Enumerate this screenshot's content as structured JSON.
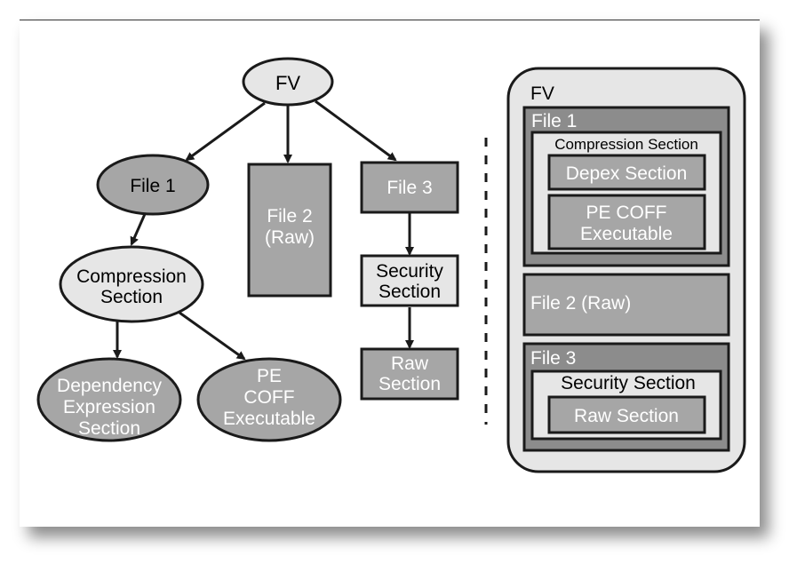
{
  "tree": {
    "fv": "FV",
    "file1": "File 1",
    "file2_line1": "File 2",
    "file2_line2": "(Raw)",
    "file3": "File 3",
    "compression_line1": "Compression",
    "compression_line2": "Section",
    "security_line1": "Security",
    "security_line2": "Section",
    "raw_line1": "Raw",
    "raw_line2": "Section",
    "dependency_line1": "Dependency",
    "dependency_line2": "Expression",
    "dependency_line3": "Section",
    "pecoff_line1": "PE",
    "pecoff_line2": "COFF",
    "pecoff_line3": "Executable"
  },
  "layout_view": {
    "fv": "FV",
    "file1": "File 1",
    "compression": "Compression Section",
    "depex": "Depex Section",
    "pecoff_line1": "PE COFF",
    "pecoff_line2": "Executable",
    "file2": "File 2 (Raw)",
    "file3": "File 3",
    "security": "Security Section",
    "raw": "Raw Section"
  },
  "colors": {
    "light_fill": "#e6e6e6",
    "mid_fill": "#a6a6a6",
    "dark_fill": "#8c8c8c",
    "outline": "#1a1a1a"
  }
}
